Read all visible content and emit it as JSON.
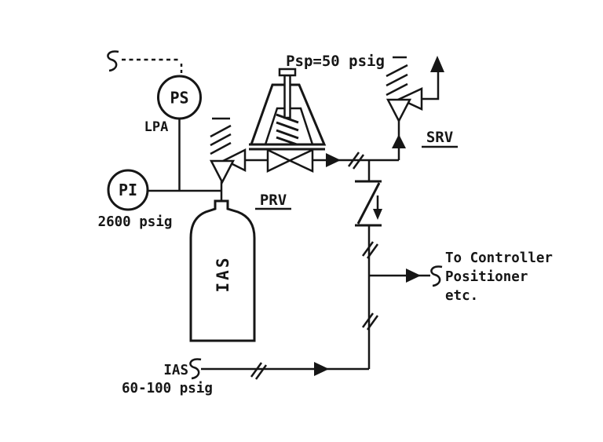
{
  "colors": {
    "ink": "#161616",
    "background": "#ffffff"
  },
  "labels": {
    "setpoint": "Psp=50 psig",
    "ps_tag": "PS",
    "lpa": "LPA",
    "pi_tag": "PI",
    "cylinder_pressure": "2600 psig",
    "cylinder_name": "IAS",
    "prv": "PRV",
    "srv": "SRV",
    "dest_line1": "To Controller",
    "dest_line2": "Positioner",
    "dest_line3": "etc.",
    "supply_name": "IAS",
    "supply_pressure": "60-100 psig"
  }
}
